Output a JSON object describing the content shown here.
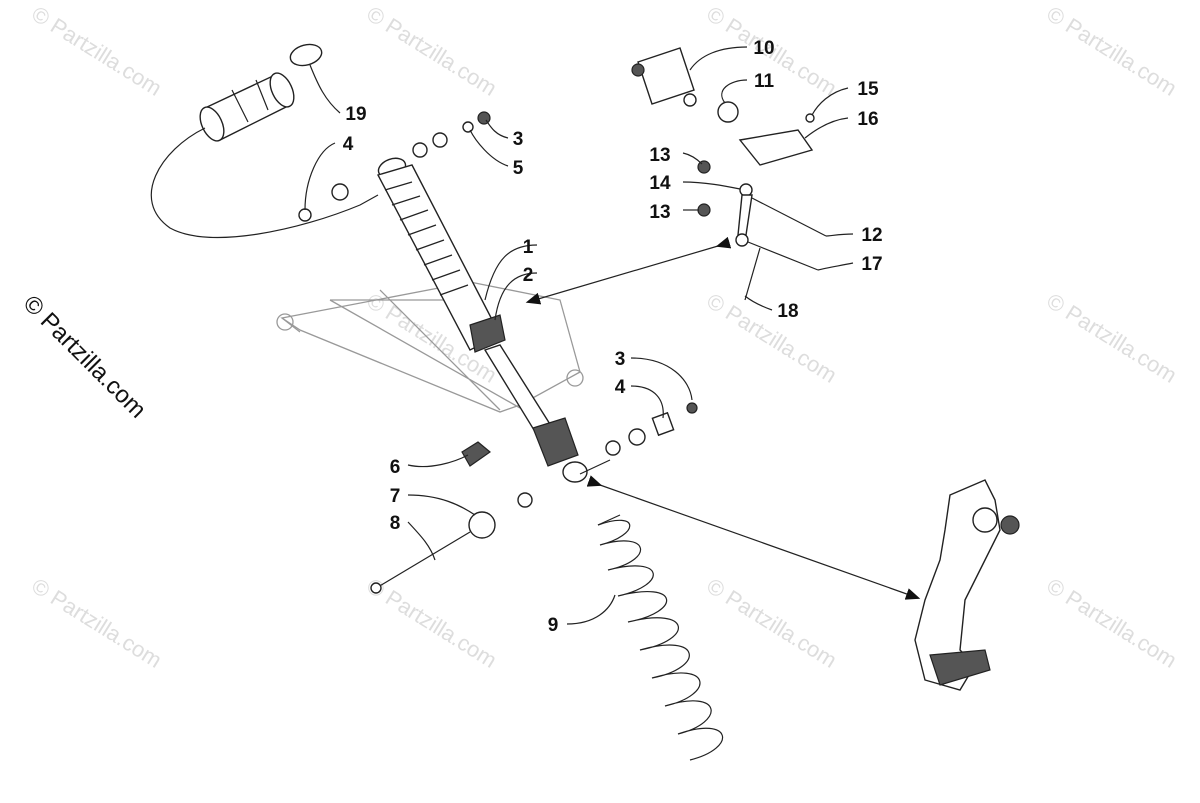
{
  "watermark": {
    "brand": "© Partzilla.com",
    "side_text": "© Partzilla.com"
  },
  "callouts": [
    {
      "id": "c1",
      "label": "1"
    },
    {
      "id": "c2",
      "label": "2"
    },
    {
      "id": "c3a",
      "label": "3"
    },
    {
      "id": "c3b",
      "label": "3"
    },
    {
      "id": "c4a",
      "label": "4"
    },
    {
      "id": "c4b",
      "label": "4"
    },
    {
      "id": "c5",
      "label": "5"
    },
    {
      "id": "c6",
      "label": "6"
    },
    {
      "id": "c7",
      "label": "7"
    },
    {
      "id": "c8",
      "label": "8"
    },
    {
      "id": "c9",
      "label": "9"
    },
    {
      "id": "c10",
      "label": "10"
    },
    {
      "id": "c11",
      "label": "11"
    },
    {
      "id": "c12",
      "label": "12"
    },
    {
      "id": "c13a",
      "label": "13"
    },
    {
      "id": "c13b",
      "label": "13"
    },
    {
      "id": "c14",
      "label": "14"
    },
    {
      "id": "c15",
      "label": "15"
    },
    {
      "id": "c16",
      "label": "16"
    },
    {
      "id": "c17",
      "label": "17"
    },
    {
      "id": "c18",
      "label": "18"
    },
    {
      "id": "c19",
      "label": "19"
    }
  ]
}
